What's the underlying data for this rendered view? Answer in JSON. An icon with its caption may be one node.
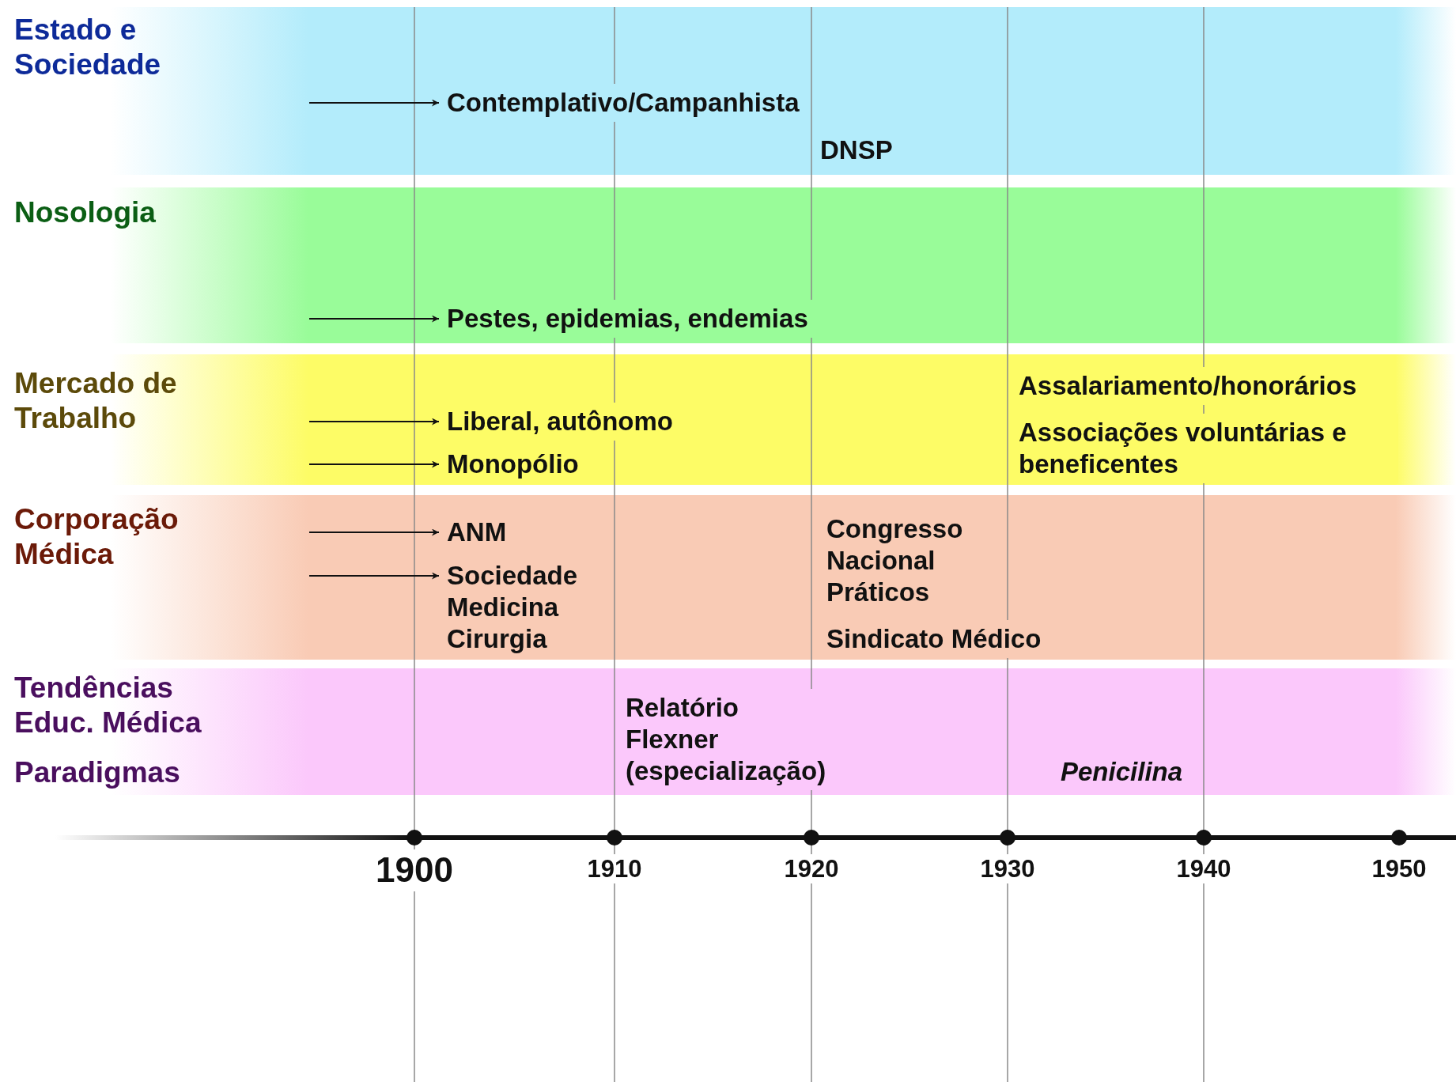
{
  "diagram": {
    "nodes": [
      {
        "text": [
          "Estado e Sociedade"
        ]
      },
      {
        "text": [
          "Contemplativo/Campanhista"
        ],
        "in": 0
      },
      {
        "text": [
          "DNSP"
        ],
        "in": 0
      },
      {
        "text": [
          "Nosologia"
        ]
      },
      {
        "text": [
          "Pestes, epidemias, endemias"
        ],
        "in": 3
      },
      {
        "text": [
          "Mercado de Trabalho"
        ]
      },
      {
        "text": [
          "Liberal, autônomo"
        ],
        "in": 5
      },
      {
        "text": [
          "Assalariamento/honorários"
        ],
        "in": 5
      },
      {
        "text": [
          "Monopólio"
        ],
        "in": 5
      },
      {
        "text": [
          "Associações voluntárias e beneficentes"
        ],
        "in": 5
      },
      {
        "text": [
          "Corporação Médica"
        ]
      },
      {
        "text": [
          "ANM"
        ],
        "in": 10
      },
      {
        "text": [
          "Sociedade Medicina Cirurgia"
        ],
        "in": 10
      },
      {
        "text": [
          "Congresso Nacional Práticos"
        ],
        "in": 10
      },
      {
        "text": [
          "Sindicato Médico"
        ],
        "in": 10
      },
      {
        "text": [
          "Tendências Educ. Médica",
          "Paradigmas"
        ]
      },
      {
        "text": [
          "Relatório Flexner (especialização)"
        ],
        "in": 15
      },
      {
        "text": [
          "Penicilina"
        ],
        "in": 15
      }
    ],
    "edges": [
      {
        "from": null,
        "to": 1,
        "arrow": "to"
      },
      {
        "from": null,
        "to": 4,
        "arrow": "to"
      },
      {
        "from": null,
        "to": 6,
        "arrow": "to"
      },
      {
        "from": null,
        "to": 8,
        "arrow": "to"
      },
      {
        "from": null,
        "to": 11,
        "arrow": "to"
      },
      {
        "from": null,
        "to": 12,
        "arrow": "to"
      }
    ],
    "labels": [
      "1900",
      "1910",
      "1920",
      "1930",
      "1940",
      "1950"
    ]
  }
}
